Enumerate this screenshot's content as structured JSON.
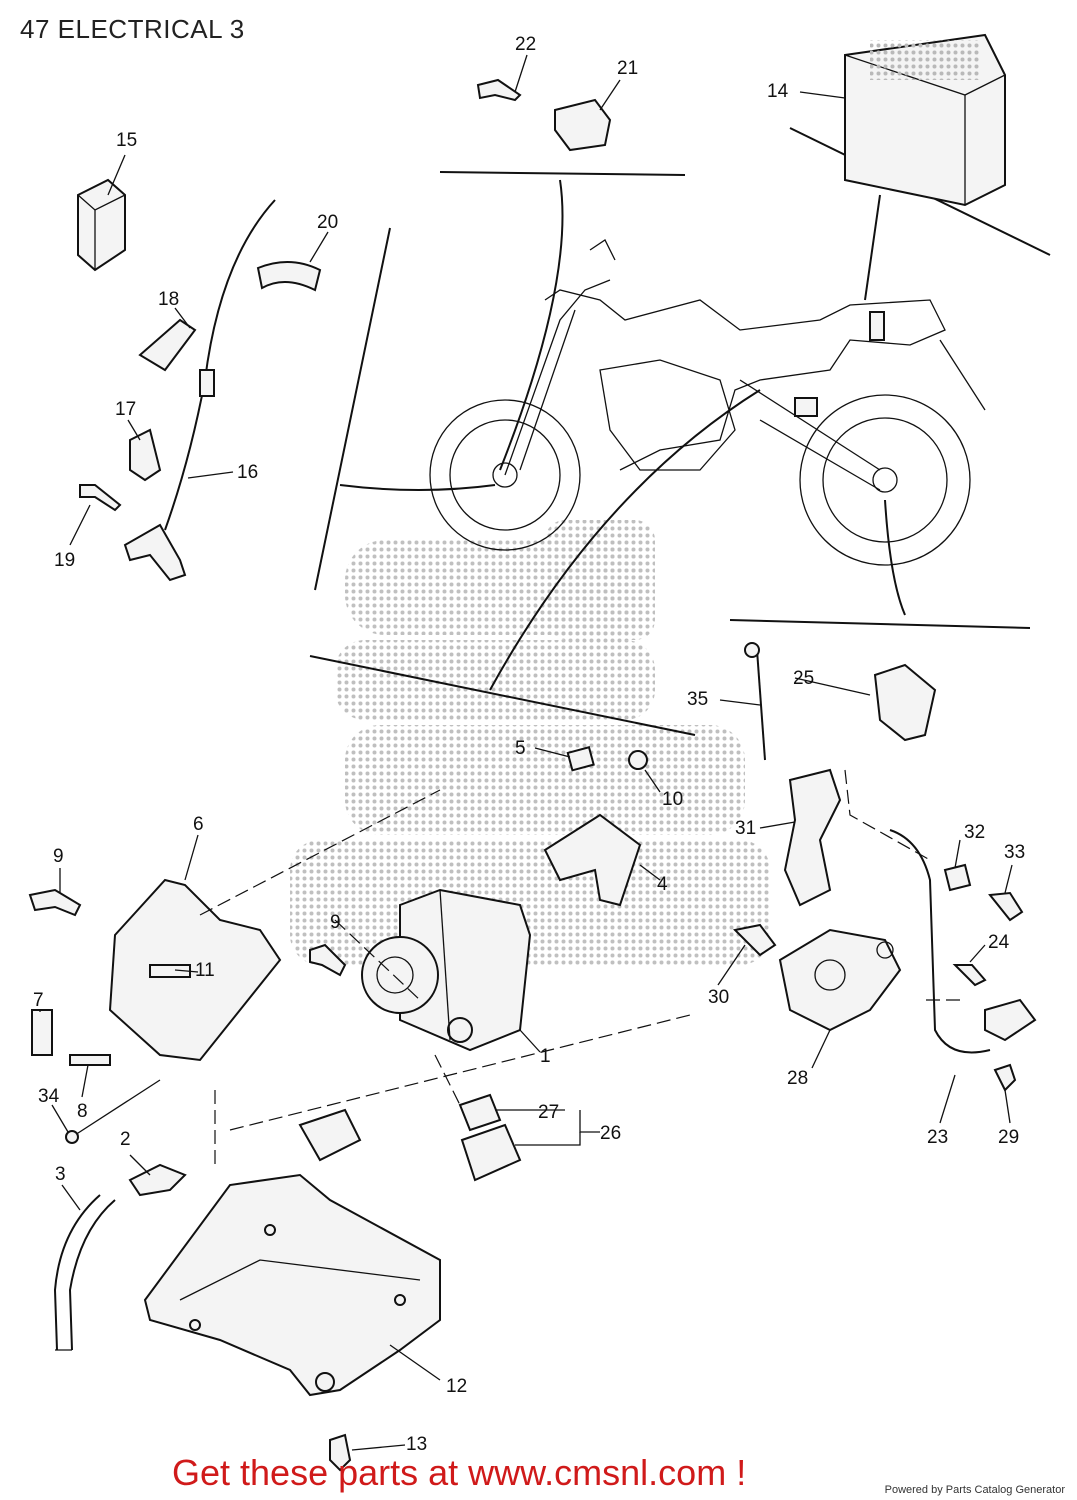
{
  "title": "47 ELECTRICAL 3",
  "labels": {
    "p1": "1",
    "p2": "2",
    "p3": "3",
    "p4": "4",
    "p5": "5",
    "p6": "6",
    "p7": "7",
    "p8": "8",
    "p9a": "9",
    "p9b": "9",
    "p10": "10",
    "p11": "11",
    "p12": "12",
    "p13": "13",
    "p14": "14",
    "p15": "15",
    "p16": "16",
    "p17": "17",
    "p18": "18",
    "p19": "19",
    "p20": "20",
    "p21": "21",
    "p22": "22",
    "p23": "23",
    "p24": "24",
    "p25": "25",
    "p26": "26",
    "p27": "27",
    "p28": "28",
    "p29": "29",
    "p30": "30",
    "p31": "31",
    "p32": "32",
    "p33": "33",
    "p34": "34",
    "p35": "35"
  },
  "footer": {
    "cta": "Get these parts at www.cmsnl.com !",
    "powered": "Powered by Parts Catalog Generator"
  },
  "colors": {
    "cta": "#d01a1a",
    "ink": "#111111",
    "watermark": "#bdbdbd"
  }
}
